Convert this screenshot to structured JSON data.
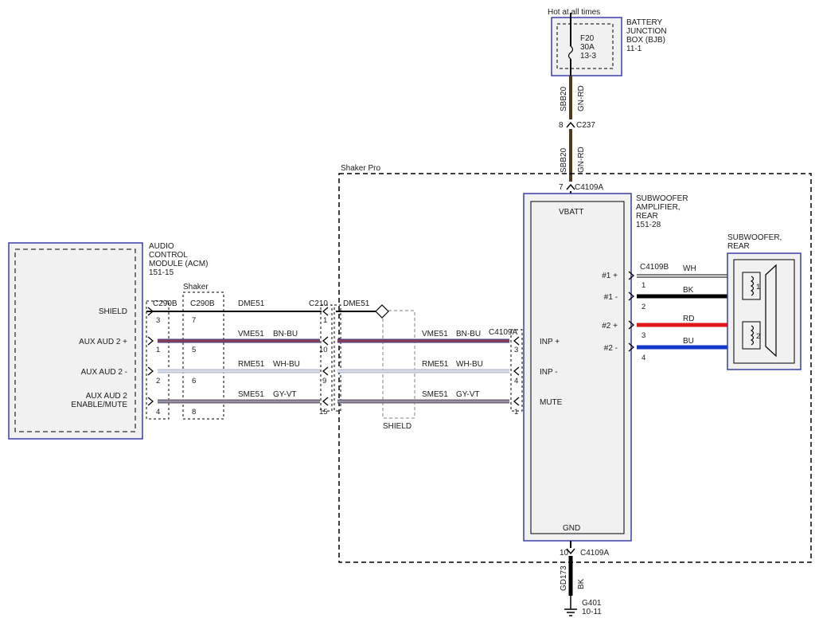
{
  "power": {
    "hot_label": "Hot at all times",
    "fuse_name": "F20",
    "fuse_rating": "30A",
    "fuse_ref": "13-3",
    "bjb_line1": "BATTERY",
    "bjb_line2": "JUNCTION",
    "bjb_line3": "BOX (BJB)",
    "bjb_ref": "11-1",
    "wire_upper_circuit": "SBB20",
    "wire_upper_color": "GN-RD",
    "c237_pin": "8",
    "c237": "C237",
    "wire_lower_circuit": "SBB20",
    "wire_lower_color": "GN-RD",
    "vbatt_pin": "7",
    "vbatt_conn": "C4109A"
  },
  "option_label": "Shaker Pro",
  "acm": {
    "line1": "AUDIO",
    "line2": "CONTROL",
    "line3": "MODULE (ACM)",
    "ref": "151-15",
    "pins": [
      "SHIELD",
      "AUX AUD 2 +",
      "AUX AUD 2 -",
      "AUX AUD 2",
      "ENABLE/MUTE"
    ]
  },
  "shaker_box": {
    "label": "Shaker"
  },
  "connectors": {
    "c290b_left": "C290B",
    "c290b_right": "C290B",
    "c210": "C210",
    "c4109a_input": "C4109A"
  },
  "wires": {
    "shield_left": "DME51",
    "shield_right": "DME51",
    "vme51_left": "VME51",
    "vme51_left_color": "BN-BU",
    "vme51_right": "VME51",
    "vme51_right_color": "BN-BU",
    "rme51_left": "RME51",
    "rme51_left_color": "WH-BU",
    "rme51_right": "RME51",
    "rme51_right_color": "WH-BU",
    "sme51_left": "SME51",
    "sme51_left_color": "GY-VT",
    "sme51_right": "SME51",
    "sme51_right_color": "GY-VT"
  },
  "pin_numbers": {
    "acm": [
      "3",
      "1",
      "2",
      "4"
    ],
    "c290b_shaker": [
      "7",
      "5",
      "6",
      "8"
    ],
    "c210": [
      "1",
      "10",
      "9",
      "15"
    ],
    "c4109a_amp": [
      "3",
      "4",
      "1"
    ]
  },
  "shield_label": "SHIELD",
  "amplifier": {
    "line1": "SUBWOOFER",
    "line2": "AMPLIFIER,",
    "line3": "REAR",
    "ref": "151-28",
    "vbatt": "VBATT",
    "gnd": "GND",
    "inp_plus": "INP +",
    "inp_minus": "INP -",
    "mute": "MUTE",
    "out1_plus": "#1 +",
    "out1_minus": "#1 -",
    "out2_plus": "#2 +",
    "out2_minus": "#2 -"
  },
  "subwoofer": {
    "line1": "SUBWOOFER,",
    "line2": "REAR",
    "connector": "C4109B",
    "coil1": "1",
    "coil2": "2"
  },
  "speaker_wires": [
    {
      "pin": "1",
      "color": "WH"
    },
    {
      "pin": "2",
      "color": "BK"
    },
    {
      "pin": "3",
      "color": "RD"
    },
    {
      "pin": "4",
      "color": "BU"
    }
  ],
  "ground": {
    "pin": "10",
    "connector": "C4109A",
    "circuit": "GD173",
    "color": "BK",
    "point": "G401",
    "ref": "10-11"
  },
  "colors": {
    "module_border": "#3b3fa8",
    "wire_gn_rd": "#4f3a1e",
    "wire_bn_bu": "#5a3f78",
    "wire_wh_bu": "#b9bfd6",
    "wire_gy_vt": "#6f6875",
    "wire_rd": "#e01a1a",
    "wire_bu": "#1438c8",
    "wire_bk": "#000000"
  }
}
